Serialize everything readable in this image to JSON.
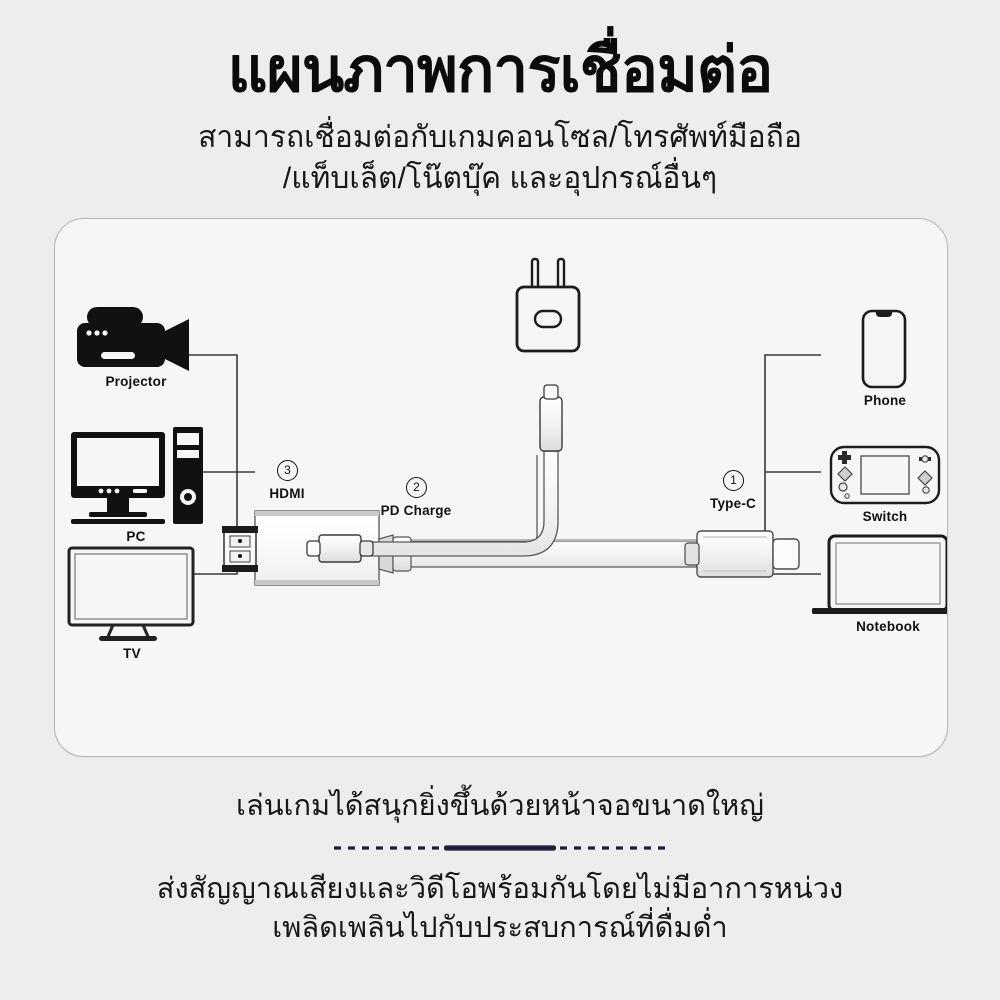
{
  "header": {
    "headline": "แผนภาพการเชื่อมต่อ",
    "subline_1": "สามารถเชื่อมต่อกับเกมคอนโซล/โทรศัพท์มือถือ",
    "subline_2": "/แท็บเล็ต/โน๊ตบุ๊ค และอุปกรณ์อื่นๆ"
  },
  "diagram": {
    "outputs": [
      {
        "label": "Projector",
        "icon": "projector-icon"
      },
      {
        "label": "PC",
        "icon": "desktop-computer-icon"
      },
      {
        "label": "TV",
        "icon": "tv-icon"
      }
    ],
    "sources": [
      {
        "label": "Phone",
        "icon": "smartphone-icon"
      },
      {
        "label": "Switch",
        "icon": "game-console-icon"
      },
      {
        "label": "Notebook",
        "icon": "laptop-icon"
      }
    ],
    "ports": [
      {
        "number": "1",
        "label": "Type-C"
      },
      {
        "number": "2",
        "label": "PD Charge"
      },
      {
        "number": "3",
        "label": "HDMI"
      }
    ],
    "power_adapter_icon": "power-plug-adapter-icon"
  },
  "footer": {
    "line1": "เล่นเกมได้สนุกยิ่งขึ้นด้วยหน้าจอขนาดใหญ่",
    "line2_a": "ส่งสัญญาณเสียงและวิดีโอพร้อมกันโดยไม่มีอาการหน่วง",
    "line2_b": "เพลิดเพลินไปกับประสบการณ์ที่ดื่มด่ำ"
  },
  "colors": {
    "page_bg": "#eceded",
    "card_bg": "#f6f6f6",
    "card_border": "#b5b5b5",
    "text": "#17171a",
    "headline": "#0b0b0d",
    "divider_accent": "#1b1f38",
    "line": "#2b2b2b"
  }
}
